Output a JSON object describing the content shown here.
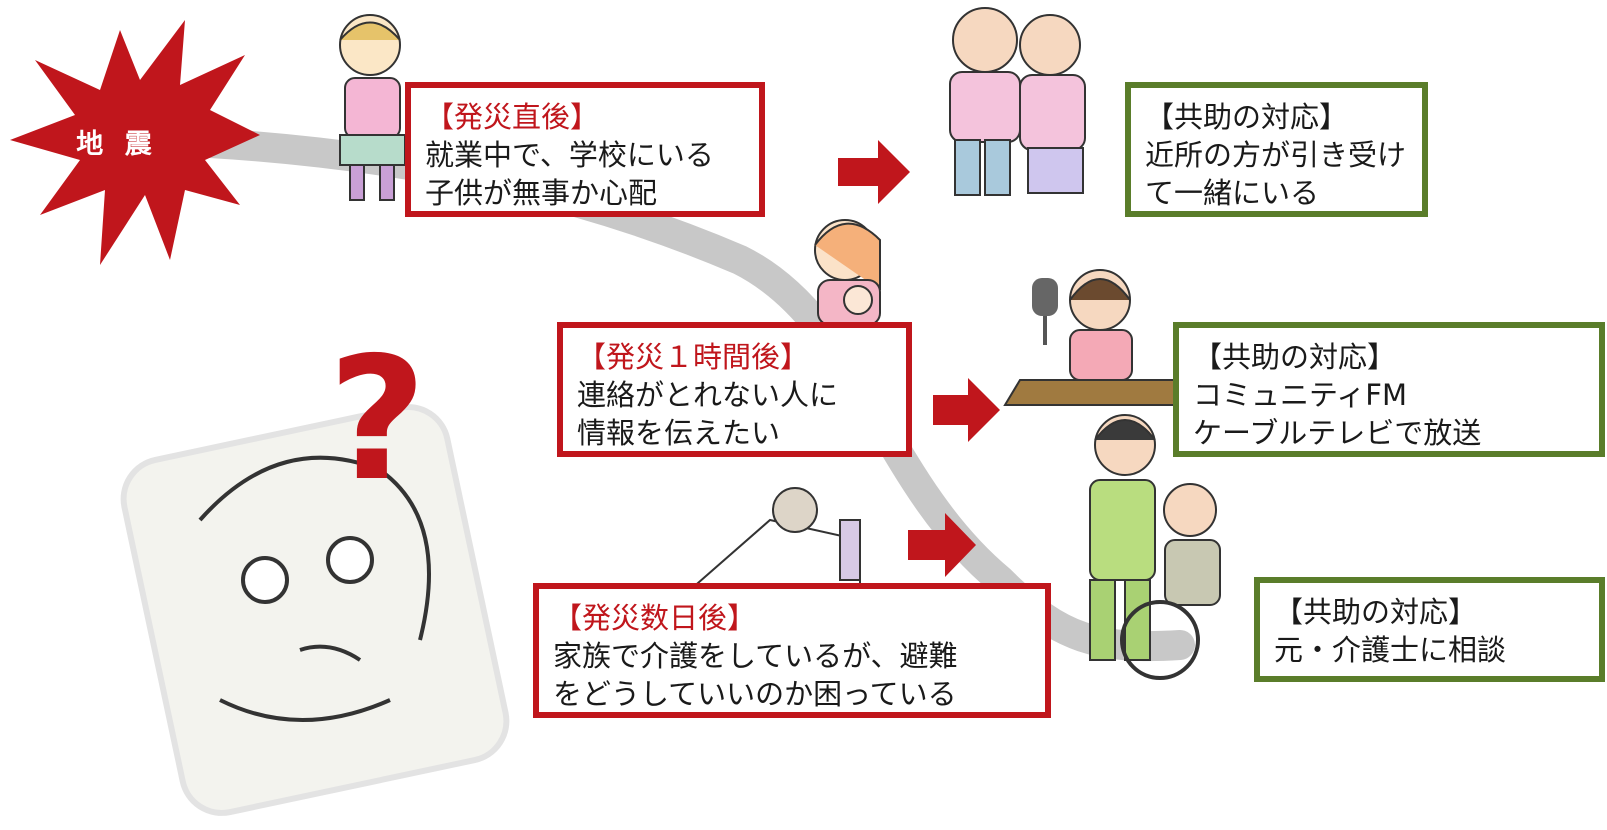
{
  "quake": {
    "label": "地 震",
    "color": "#c0161c"
  },
  "question_mark": "?",
  "scenes": [
    {
      "need": {
        "heading": "【発災直後】",
        "lines": [
          "就業中で、学校にいる",
          "子供が無事か心配"
        ]
      },
      "response": {
        "heading": "【共助の対応】",
        "lines": [
          "近所の方が引き受け",
          "て一緒にいる"
        ]
      }
    },
    {
      "need": {
        "heading": "【発災１時間後】",
        "lines": [
          "連絡がとれない人に",
          "情報を伝えたい"
        ]
      },
      "response": {
        "heading": "【共助の対応】",
        "lines": [
          "コミュニティFM",
          "ケーブルテレビで放送"
        ]
      }
    },
    {
      "need": {
        "heading": "【発災数日後】",
        "lines": [
          "家族で介護をしているが、避難",
          "をどうしていいのか困っている"
        ]
      },
      "response": {
        "heading": "【共助の対応】",
        "lines": [
          "元・介護士に相談"
        ]
      }
    }
  ],
  "colors": {
    "need_border": "#c0161c",
    "response_border": "#5a7d2a",
    "path": "#c8c8c8",
    "arrow": "#c0161c"
  }
}
